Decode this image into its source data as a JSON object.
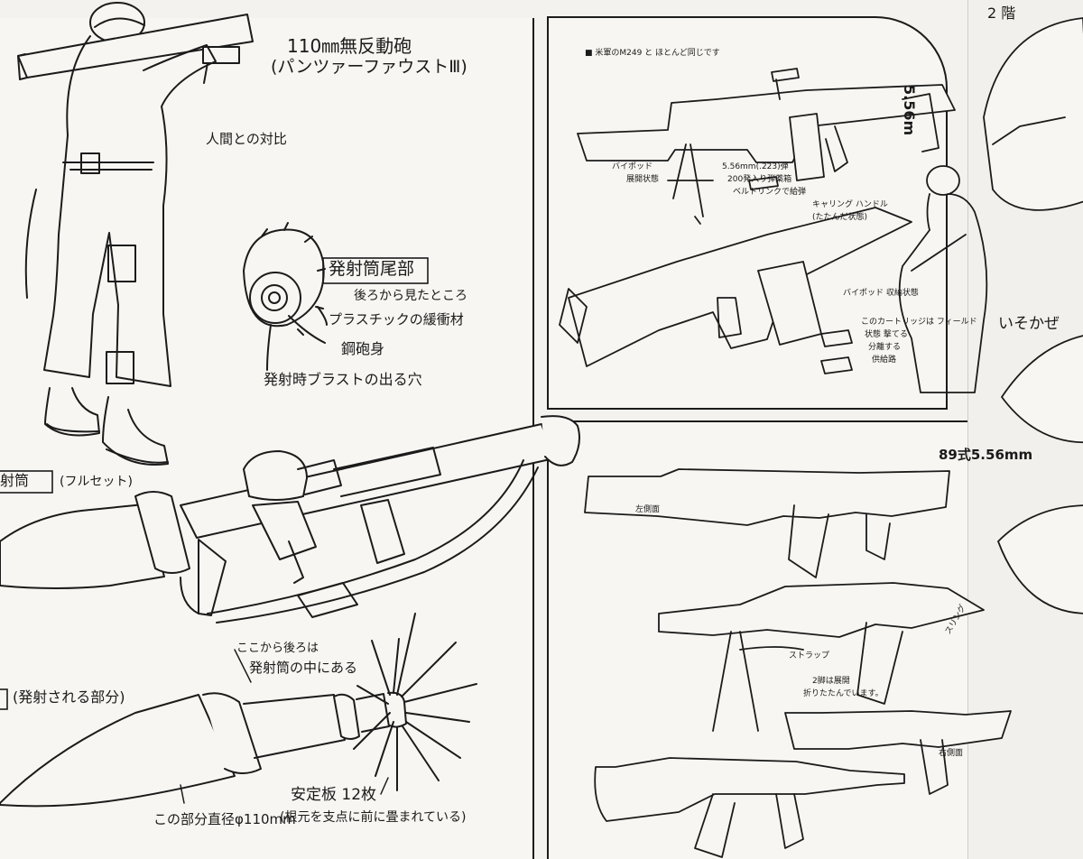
{
  "left_panel": {
    "title_line1": "110㎜無反動砲",
    "title_line2": "(パンツァーファウストⅢ)",
    "compare_note": "人間との対比",
    "rear_box": "発射筒尾部",
    "rear_view": "後ろから見たところ",
    "plastic": "プラスチックの緩衝材",
    "steel": "鋼砲身",
    "blast": "発射時ブラストの出る穴",
    "launcher_box": "射筒",
    "launcher_note": "(フルセット)",
    "warhead_box": "□",
    "warhead_label": "(発射される部分)",
    "inside_note_1": "ここから後ろは",
    "inside_note_2": "発射筒の中にある",
    "fins_1": "安定板 12枚",
    "fins_2": "(根元を支点に前に畳まれている)",
    "diameter": "この部分直径φ110mm"
  },
  "top_right_panel": {
    "header": "■ 米軍のM249 と ほとんど同じです",
    "caliber": "5.56m",
    "bipod_1": "バイポッド",
    "bipod_2": "展開状態",
    "ammo_1": "5.56mm(.223)弾",
    "ammo_2": "200発入り弾薬箱",
    "ammo_3": "ベルトリンクで給弾",
    "carry_1": "キャリング ハンドル",
    "carry_2": "(たたんだ状態)",
    "bipod_fold": "バイポッド 収納状態",
    "link_1": "このカートリッジは フィールド",
    "link_2": "状態 撃てる",
    "link_3": "分離する",
    "link_4": "供給路"
  },
  "bottom_right_panel": {
    "caliber": "89式5.56mm",
    "left_side": "左側面",
    "strap": "ストラップ",
    "folded_1": "2脚は展開",
    "folded_2": "折りたたんでいます。",
    "right_side": "右側面",
    "sling": "スリング"
  },
  "far_right_page": {
    "floor": "2 階",
    "name": "いそかぜ"
  }
}
